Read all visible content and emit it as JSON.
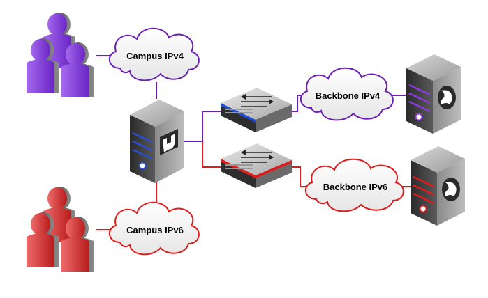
{
  "clouds": {
    "campus_ipv4": "Campus IPv4",
    "campus_ipv6": "Campus IPv6",
    "backbone_ipv4": "Backbone IPv4",
    "backbone_ipv6": "Backbone IPv6"
  },
  "colors": {
    "ipv4": "#6a1fb3",
    "ipv6": "#e01b1b",
    "user_ipv4": "#8f4be0",
    "user_ipv6": "#d94848",
    "switch_ipv4_accent": "#1f4fd8",
    "switch_ipv6_accent": "#e01b1b"
  },
  "icons": {
    "users_ipv4": "user-group-icon",
    "users_ipv6": "user-group-icon",
    "central_server": "firewall-server-icon",
    "switch_ipv4": "network-switch-icon",
    "switch_ipv6": "network-switch-icon",
    "server_ipv4": "globe-server-icon",
    "server_ipv6": "globe-server-icon"
  }
}
